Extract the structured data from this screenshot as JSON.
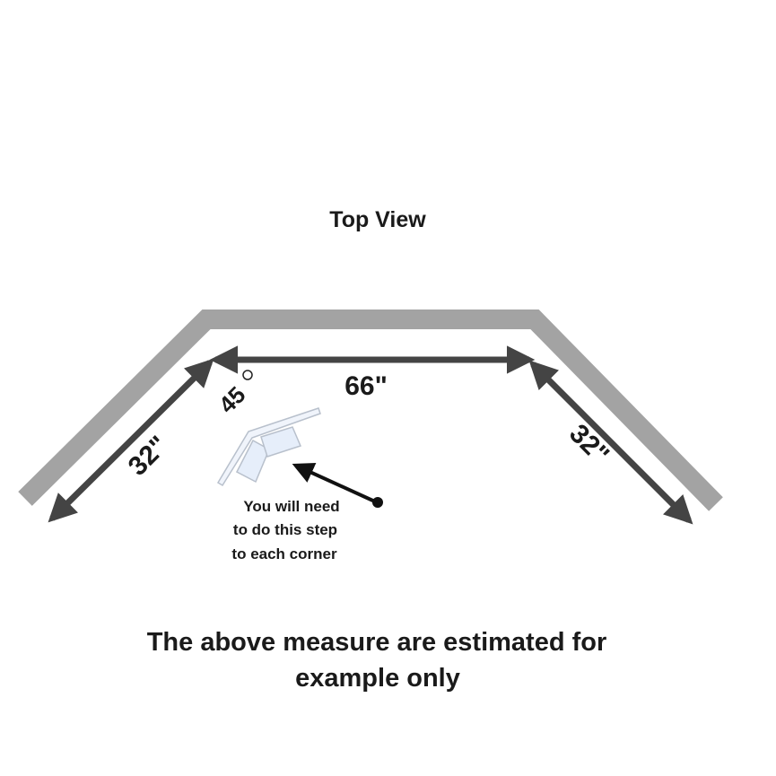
{
  "title": "Top View",
  "dimensions": {
    "center": "66\"",
    "left": "32\"",
    "right": "32\"",
    "angle": "45",
    "angle_unit_symbol": "°"
  },
  "note": [
    "You will need",
    "to do this step",
    "to each corner"
  ],
  "footer": [
    "The above measure are estimated for",
    "example only"
  ],
  "colors": {
    "rail": "#a3a3a3",
    "arrow": "#444444",
    "text": "#1a1a1a",
    "bracket_fill": "#e6eefa",
    "bracket_stroke": "#b8c0cc"
  }
}
